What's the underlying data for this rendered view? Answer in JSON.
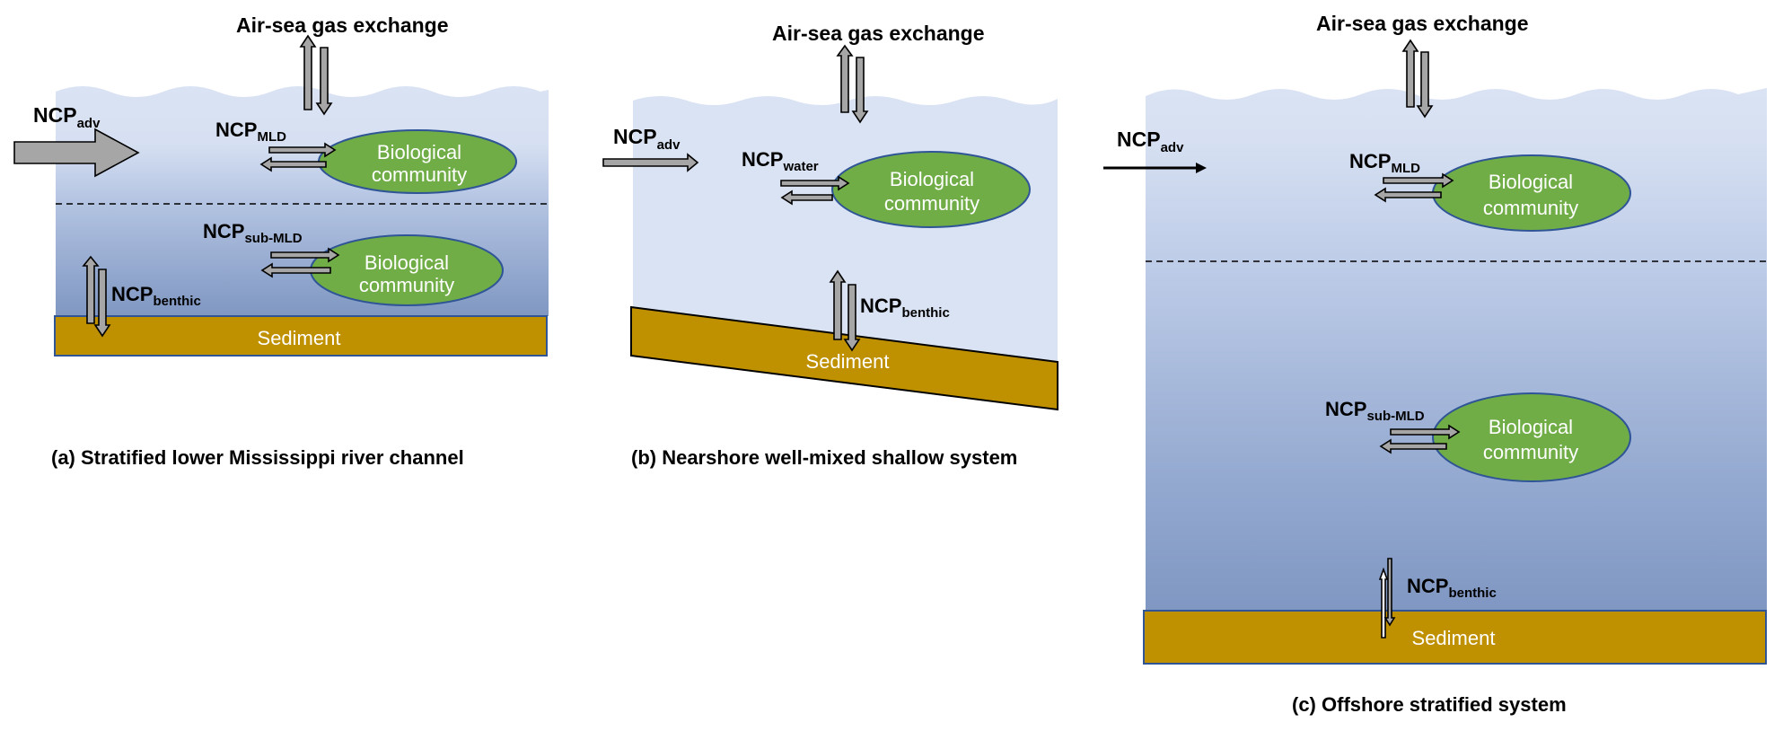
{
  "colors": {
    "water_light": "#dae3f3",
    "water_deep": "#7f97c2",
    "sediment": "#bf9000",
    "sediment_border_a": "#2f5597",
    "bio_fill": "#70ad47",
    "bio_border": "#2f5597",
    "arrow_fill": "#a6a6a6"
  },
  "panels": [
    {
      "id": "a",
      "air_sea_label": "Air-sea gas exchange",
      "ncp_adv": {
        "main": "NCP",
        "sub": "adv"
      },
      "ncp_upper": {
        "main": "NCP",
        "sub": "MLD"
      },
      "ncp_lower": {
        "main": "NCP",
        "sub": "sub-MLD"
      },
      "ncp_benthic": {
        "main": "NCP",
        "sub": "benthic"
      },
      "bio_upper": [
        "Biological",
        "community"
      ],
      "bio_lower": [
        "Biological",
        "community"
      ],
      "sediment": "Sediment",
      "caption": "(a) Stratified lower Mississippi river channel"
    },
    {
      "id": "b",
      "air_sea_label": "Air-sea gas exchange",
      "ncp_adv": {
        "main": "NCP",
        "sub": "adv"
      },
      "ncp_upper": {
        "main": "NCP",
        "sub": "water"
      },
      "ncp_benthic": {
        "main": "NCP",
        "sub": "benthic"
      },
      "bio_upper": [
        "Biological",
        "community"
      ],
      "sediment": "Sediment",
      "caption": "(b) Nearshore well-mixed shallow system"
    },
    {
      "id": "c",
      "air_sea_label": "Air-sea gas exchange",
      "ncp_adv": {
        "main": "NCP",
        "sub": "adv"
      },
      "ncp_upper": {
        "main": "NCP",
        "sub": "MLD"
      },
      "ncp_lower": {
        "main": "NCP",
        "sub": "sub-MLD"
      },
      "ncp_benthic": {
        "main": "NCP",
        "sub": "benthic"
      },
      "bio_upper": [
        "Biological",
        "community"
      ],
      "bio_lower": [
        "Biological",
        "community"
      ],
      "sediment": "Sediment",
      "caption": "(c) Offshore stratified system"
    }
  ]
}
